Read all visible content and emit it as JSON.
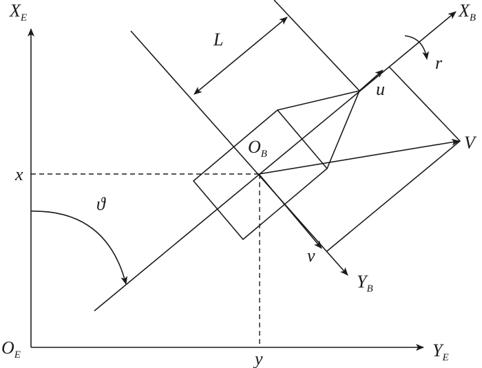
{
  "labels": {
    "earth_x_axis": "X",
    "earth_x_sub": "E",
    "earth_y_axis": "Y",
    "earth_y_sub": "E",
    "earth_origin": "O",
    "earth_origin_sub": "E",
    "body_x_axis": "X",
    "body_x_sub": "B",
    "body_y_axis": "Y",
    "body_y_sub": "B",
    "body_origin": "O",
    "body_origin_sub": "B",
    "x_coord": "x",
    "y_coord": "y",
    "heading_angle": "ϑ",
    "length": "L",
    "surge_velocity": "u",
    "sway_velocity": "v",
    "total_velocity": "V",
    "yaw_rate": "r"
  },
  "colors": {
    "stroke": "#1a1a1a",
    "background": "#ffffff"
  }
}
